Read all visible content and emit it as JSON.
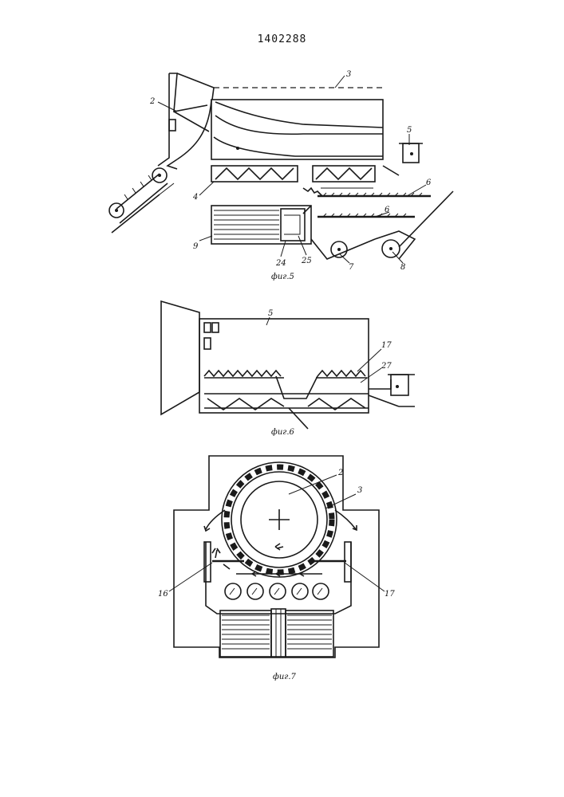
{
  "document": {
    "patent_number": "1402288"
  },
  "figures": [
    {
      "caption": "фиг.5",
      "labels": [
        "2",
        "3",
        "5",
        "4",
        "6",
        "6",
        "9",
        "24",
        "25",
        "7",
        "8"
      ]
    },
    {
      "caption": "фиг.6",
      "labels": [
        "5",
        "17",
        "27"
      ]
    },
    {
      "caption": "фиг.7",
      "labels": [
        "2",
        "3",
        "16",
        "17"
      ]
    }
  ]
}
